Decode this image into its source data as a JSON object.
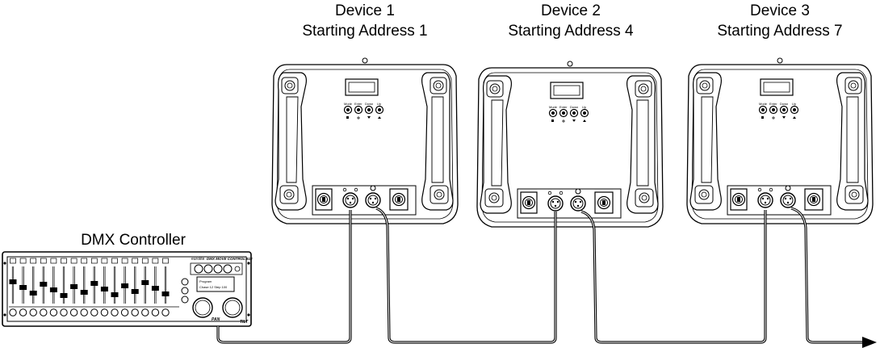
{
  "devices": [
    {
      "title": "Device 1",
      "address": "Starting Address 1",
      "buttons": [
        "Mode",
        "Enter",
        "Down",
        "Up"
      ]
    },
    {
      "title": "Device 2",
      "address": "Starting Address 4",
      "buttons": [
        "Mode",
        "Enter",
        "Down",
        "Up"
      ]
    },
    {
      "title": "Device 3",
      "address": "Starting Address 7",
      "buttons": [
        "Mode",
        "Enter",
        "Down",
        "Up"
      ]
    }
  ],
  "controller": {
    "title": "DMX Controller",
    "brand": "eurolite",
    "model": "DMX MOVE CONTROL 512",
    "display_line1": "Program",
    "display_line2": "Chase 12  Step 100",
    "knob_left": "PAN",
    "knob_right": "TILT"
  },
  "colors": {
    "line": "#000000",
    "background": "#ffffff",
    "cable": "#000000"
  }
}
